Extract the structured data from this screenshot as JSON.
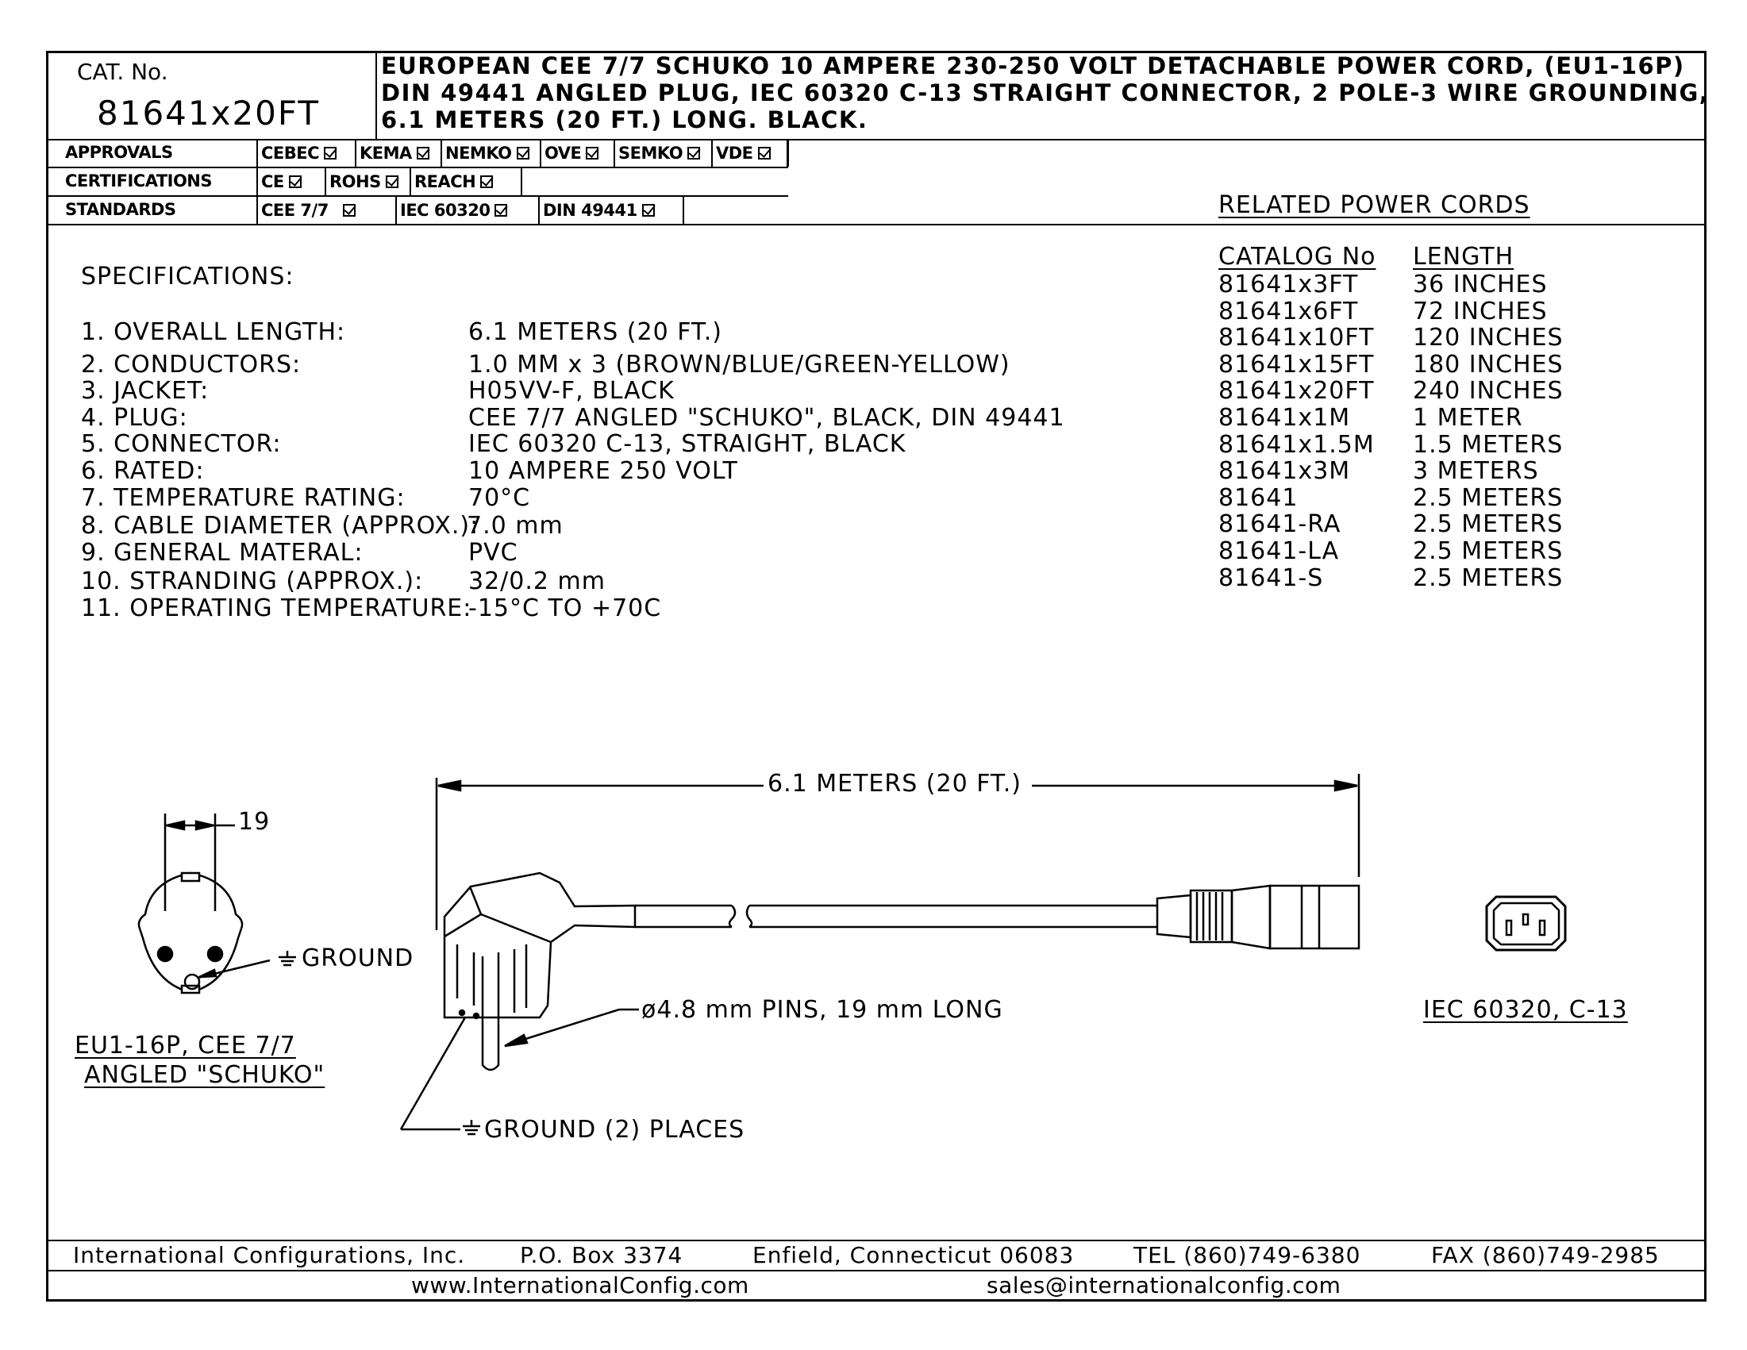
{
  "header": {
    "cat_label": "CAT. No.",
    "cat_number": "81641x20FT",
    "title_lines": [
      "EUROPEAN CEE 7/7 SCHUKO 10 AMPERE 230-250 VOLT DETACHABLE POWER CORD, (EU1-16P)",
      "DIN 49441 ANGLED PLUG, IEC 60320 C-13 STRAIGHT CONNECTOR, 2 POLE-3 WIRE GROUNDING,",
      "6.1 METERS (20 FT.) LONG. BLACK."
    ]
  },
  "approvals": {
    "label": "APPROVALS",
    "items": [
      "CEBEC",
      "KEMA",
      "NEMKO",
      "OVE",
      "SEMKO",
      "VDE"
    ]
  },
  "certifications": {
    "label": "CERTIFICATIONS",
    "items": [
      "CE",
      "ROHS",
      "REACH"
    ]
  },
  "standards": {
    "label": "STANDARDS",
    "items": [
      "CEE 7/7",
      "IEC 60320",
      "DIN 49441"
    ]
  },
  "specifications": {
    "heading": "SPECIFICATIONS:",
    "items": [
      {
        "label": "1. OVERALL LENGTH:",
        "value": "6.1 METERS (20 FT.)"
      },
      {
        "label": "2. CONDUCTORS:",
        "value": "1.0 MM x 3 (BROWN/BLUE/GREEN-YELLOW)"
      },
      {
        "label": "3. JACKET:",
        "value": "H05VV-F, BLACK"
      },
      {
        "label": "4. PLUG:",
        "value": "CEE 7/7 ANGLED \"SCHUKO\", BLACK, DIN 49441"
      },
      {
        "label": "5. CONNECTOR:",
        "value": "IEC 60320 C-13, STRAIGHT, BLACK"
      },
      {
        "label": "6. RATED:",
        "value": "10 AMPERE 250 VOLT"
      },
      {
        "label": "7. TEMPERATURE RATING:",
        "value": "70°C"
      },
      {
        "label": "8. CABLE DIAMETER (APPROX.):",
        "value": "7.0 mm"
      },
      {
        "label": "9. GENERAL MATERAL:",
        "value": "PVC"
      },
      {
        "label": "10. STRANDING (APPROX.):",
        "value": "32/0.2 mm"
      },
      {
        "label": "11. OPERATING TEMPERATURE:",
        "value": "-15°C TO +70C"
      }
    ]
  },
  "related": {
    "heading": "RELATED POWER CORDS",
    "col_catalog": "CATALOG No",
    "col_length": "LENGTH",
    "rows": [
      {
        "catalog": "81641x3FT",
        "length": "36 INCHES"
      },
      {
        "catalog": "81641x6FT",
        "length": "72 INCHES"
      },
      {
        "catalog": "81641x10FT",
        "length": "120 INCHES"
      },
      {
        "catalog": "81641x15FT",
        "length": "180 INCHES"
      },
      {
        "catalog": "81641x20FT",
        "length": "240 INCHES"
      },
      {
        "catalog": "81641x1M",
        "length": "1 METER"
      },
      {
        "catalog": "81641x1.5M",
        "length": "1.5 METERS"
      },
      {
        "catalog": "81641x3M",
        "length": "3 METERS"
      },
      {
        "catalog": "81641",
        "length": "2.5 METERS"
      },
      {
        "catalog": "81641-RA",
        "length": "2.5 METERS"
      },
      {
        "catalog": "81641-LA",
        "length": "2.5 METERS"
      },
      {
        "catalog": "81641-S",
        "length": "2.5 METERS"
      }
    ]
  },
  "drawing": {
    "dim_19": "19",
    "ground_label": "GROUND",
    "plug_caption_1": "EU1-16P, CEE 7/7",
    "plug_caption_2": "ANGLED \"SCHUKO\"",
    "length_dim": "6.1 METERS (20 FT.)",
    "pins_note": "ø4.8 mm PINS, 19 mm LONG",
    "ground_places": "GROUND (2) PLACES",
    "connector_caption": "IEC 60320, C-13"
  },
  "footer": {
    "company": "International Configurations, Inc.",
    "pobox": "P.O. Box 3374",
    "city": "Enfield, Connecticut 06083",
    "tel": "TEL (860)749-6380",
    "fax": "FAX (860)749-2985",
    "web": "www.InternationalConfig.com",
    "email": "sales@internationalconfig.com"
  }
}
